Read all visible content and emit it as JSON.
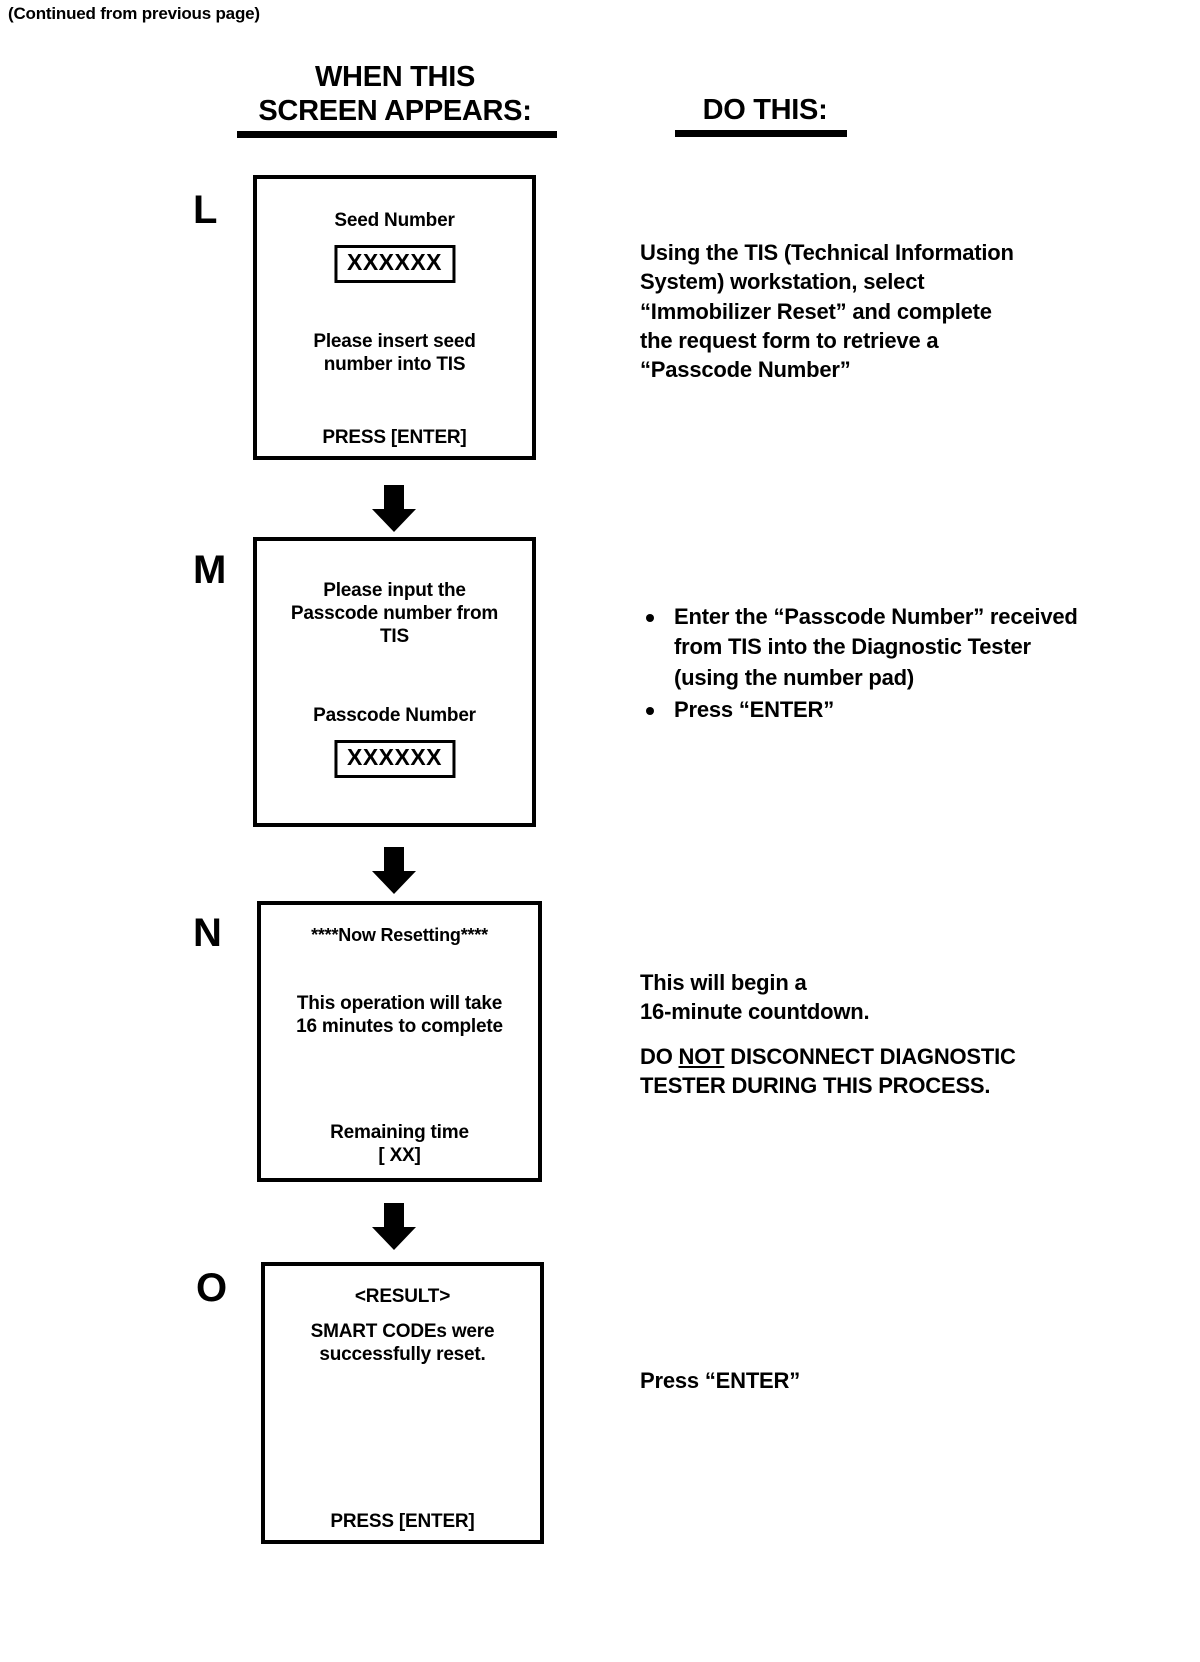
{
  "page": {
    "continued_note": "(Continued from previous page)"
  },
  "headers": {
    "left_line1": "WHEN THIS",
    "left_line2": "SCREEN APPEARS:",
    "right": "DO THIS:"
  },
  "steps": [
    {
      "letter": "L",
      "screen": {
        "title": "Seed Number",
        "value": "XXXXXX",
        "body_line1": "Please insert seed",
        "body_line2": "number into TIS",
        "footer": "PRESS [ENTER]"
      },
      "instruction": {
        "type": "paragraph",
        "lines": [
          "Using the TIS (Technical Information",
          "System) workstation, select",
          "“Immobilizer Reset” and complete",
          "the request form to retrieve a",
          "“Passcode Number”"
        ]
      }
    },
    {
      "letter": "M",
      "screen": {
        "body_line1": "Please input the",
        "body_line2": "Passcode number from",
        "body_line3": "TIS",
        "title": "Passcode Number",
        "value": "XXXXXX"
      },
      "instruction": {
        "type": "bullets",
        "items": [
          "Enter the “Passcode Number” received from TIS into the Diagnostic Tester (using the number pad)",
          "Press “ENTER”"
        ]
      }
    },
    {
      "letter": "N",
      "screen": {
        "title": "****Now Resetting****",
        "body_line1": "This operation will take",
        "body_line2": "16 minutes to complete",
        "footer_line1": "Remaining time",
        "footer_line2": "[ XX]"
      },
      "instruction": {
        "type": "paragraph-warning",
        "lines": [
          "This will begin a",
          "16-minute countdown."
        ],
        "warning_prefix": "DO ",
        "warning_emphasis": "NOT",
        "warning_suffix": " DISCONNECT DIAGNOSTIC",
        "warning_line2": "TESTER DURING THIS PROCESS."
      }
    },
    {
      "letter": "O",
      "screen": {
        "title": "<RESULT>",
        "body_line1": "SMART CODEs were",
        "body_line2": "successfully reset.",
        "footer": "PRESS [ENTER]"
      },
      "instruction": {
        "type": "paragraph",
        "lines": [
          "Press “ENTER”"
        ]
      }
    }
  ],
  "icons": {
    "flow_arrow": "down-arrow-icon"
  },
  "colors": {
    "ink": "#000000",
    "paper": "#ffffff"
  }
}
